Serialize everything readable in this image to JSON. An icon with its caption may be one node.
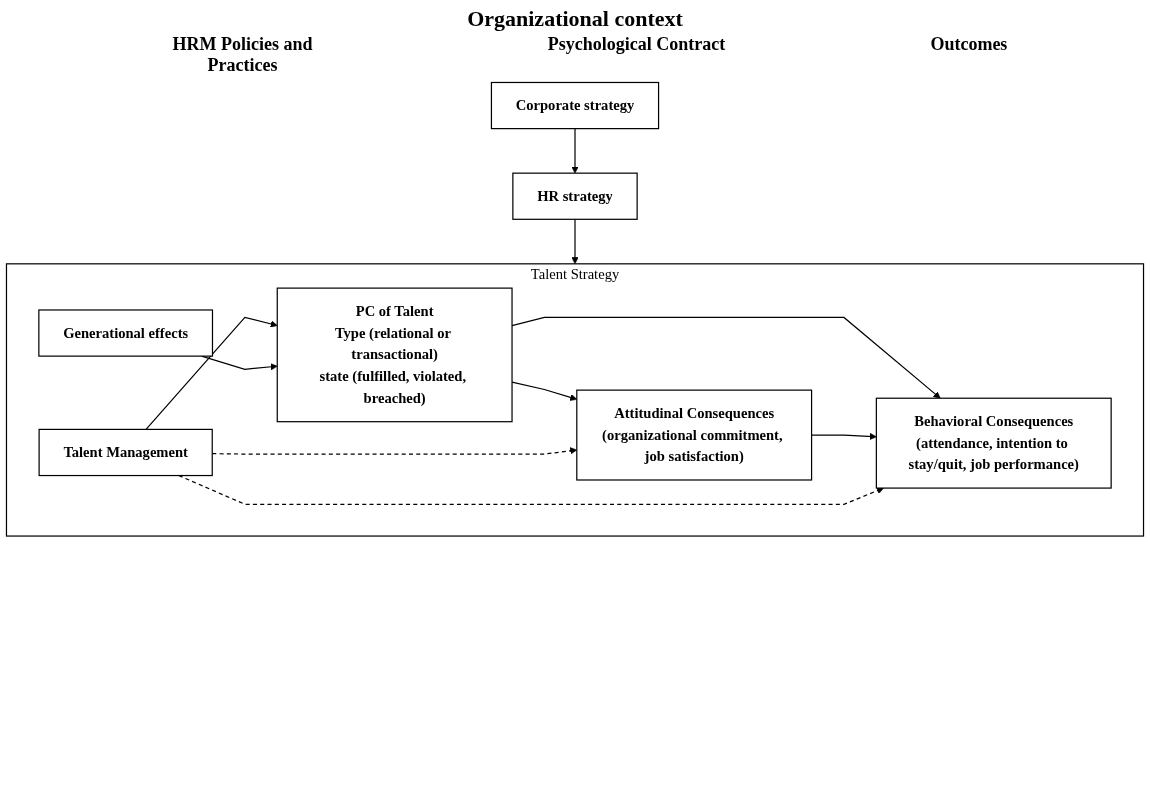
{
  "diagram": {
    "title": "Organizational context",
    "nodes": [
      {
        "text": [
          "Corporate strategy"
        ]
      },
      {
        "text": [
          "HR strategy"
        ]
      },
      {
        "text": [
          "Talent Strategy"
        ]
      },
      {
        "text": [
          "Generational effects"
        ],
        "in": 2
      },
      {
        "text": [
          "Talent Management"
        ],
        "in": 2
      },
      {
        "text": [
          "PC of Talent",
          "Type (relational or transactional)",
          "state (fulfilled, violated, breached)"
        ],
        "in": 2
      },
      {
        "text": [
          "Attitudinal Consequences",
          "(organizational commitment, job satisfaction)"
        ],
        "in": 2
      },
      {
        "text": [
          "Behavioral Consequences",
          "(attendance, intention to stay/quit, job performance)"
        ],
        "in": 2
      }
    ],
    "edges": [
      {
        "from": 0,
        "to": 1,
        "arrow": "to"
      },
      {
        "from": 1,
        "to": 2,
        "arrow": "to"
      },
      {
        "from": 4,
        "to": 5,
        "arrow": "to"
      },
      {
        "from": 3,
        "to": 5,
        "arrow": "to"
      },
      {
        "from": 5,
        "to": 6,
        "arrow": "to"
      },
      {
        "from": 5,
        "to": 7,
        "arrow": "to"
      },
      {
        "from": 6,
        "to": 7,
        "arrow": "to"
      },
      {
        "from": 4,
        "to": 6,
        "arrow": "to",
        "style": "dashed"
      },
      {
        "from": 4,
        "to": 7,
        "arrow": "to",
        "style": "dashed"
      }
    ],
    "labels": [
      "HRM Policies and Practices",
      "Psychological Contract",
      "Outcomes"
    ]
  }
}
